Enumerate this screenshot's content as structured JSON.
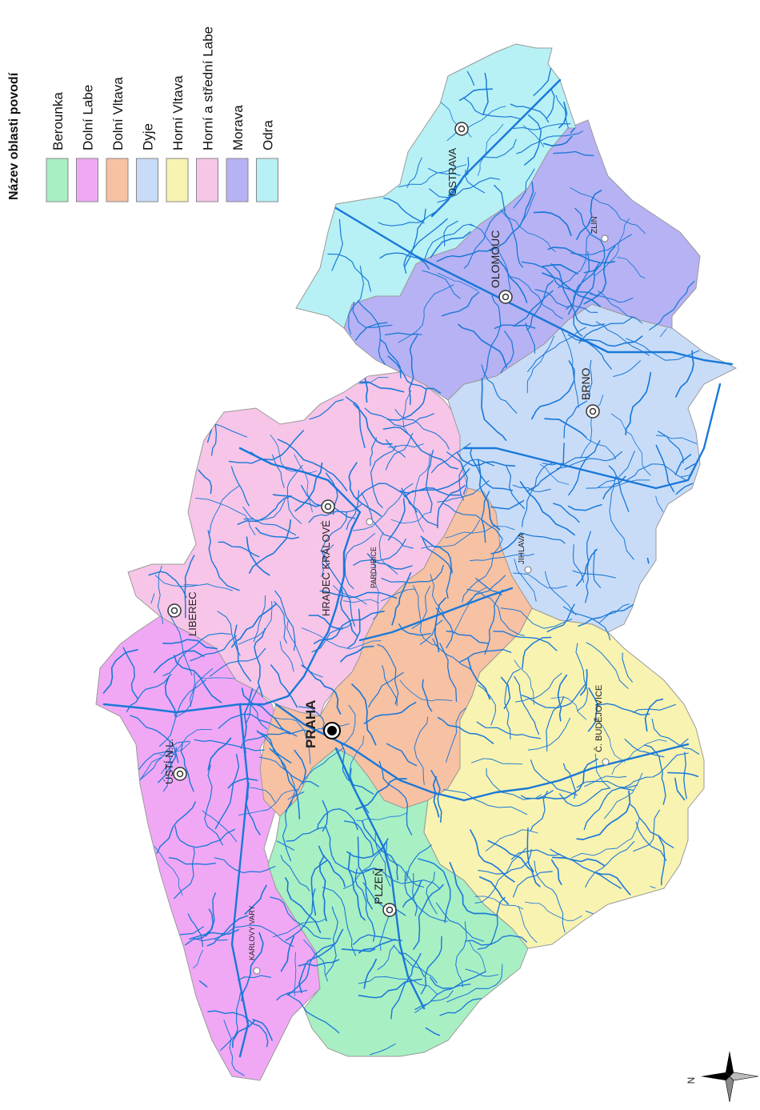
{
  "legend": {
    "title": "Název oblasti povodí",
    "items": [
      {
        "label": "Berounka",
        "color": "#a8efc4"
      },
      {
        "label": "Dolní Labe",
        "color": "#f0a8f5"
      },
      {
        "label": "Dolní Vltava",
        "color": "#f7c1a3"
      },
      {
        "label": "Dyje",
        "color": "#c8dcf8"
      },
      {
        "label": "Horní Vltava",
        "color": "#f8f3b0"
      },
      {
        "label": "Horní a střední Labe",
        "color": "#f7c5e8"
      },
      {
        "label": "Morava",
        "color": "#b7b2f4"
      },
      {
        "label": "Odra",
        "color": "#b7f1f5"
      }
    ]
  },
  "cities": {
    "praha": "PRAHA",
    "ustinl": "ÚSTÍ N.L.",
    "liberec": "LIBEREC",
    "hradec": "HRADEC KRÁLOVÉ",
    "pardubice": "PARDUBICE",
    "jihlava": "JIHLAVA",
    "brno": "BRNO",
    "olomouc": "OLOMOUC",
    "zlin": "ZLÍN",
    "ostrava": "OSTRAVA",
    "plzen": "PLZEŇ",
    "karlovy": "KARLOVY VARY",
    "budejovice": "Č. BUDĚJOVICE"
  },
  "compass": {
    "north": "N"
  },
  "colors": {
    "river": "#1a78d8",
    "border": "#999999"
  }
}
